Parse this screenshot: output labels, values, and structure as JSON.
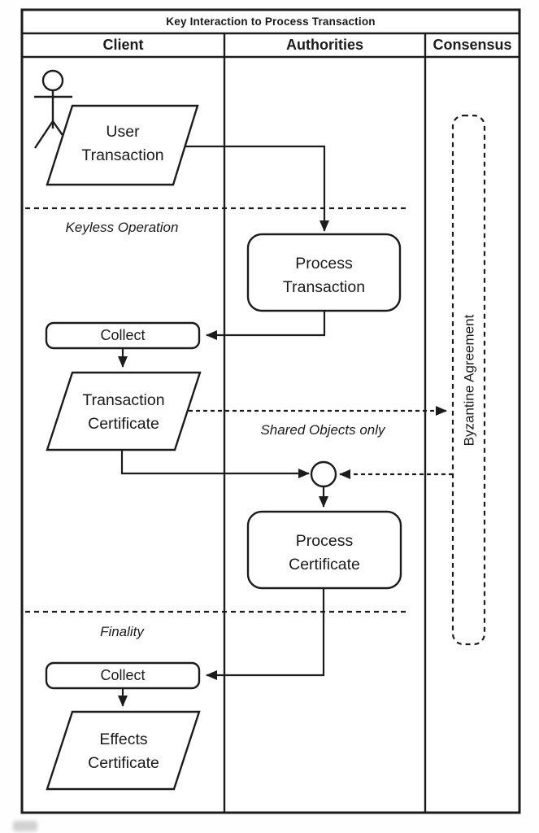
{
  "title": "Key Interaction to Process Transaction",
  "lanes": {
    "client": "Client",
    "authorities": "Authorities",
    "consensus": "Consensus"
  },
  "phases": {
    "keyless_operation": "Keyless Operation",
    "finality": "Finality"
  },
  "annotations": {
    "shared_objects": "Shared Objects only"
  },
  "nodes": {
    "user_transaction": "User\nTransaction",
    "process_transaction": "Process\nTransaction",
    "collect_1": "Collect",
    "transaction_certificate": "Transaction\nCertificate",
    "process_certificate": "Process\nCertificate",
    "collect_2": "Collect",
    "effects_certificate": "Effects\nCertificate",
    "byzantine_agreement": "Byzantine Agreement"
  },
  "colors": {
    "line": "#1c1c1c",
    "background": "#ffffff",
    "shape_fill": "#ffffff"
  }
}
